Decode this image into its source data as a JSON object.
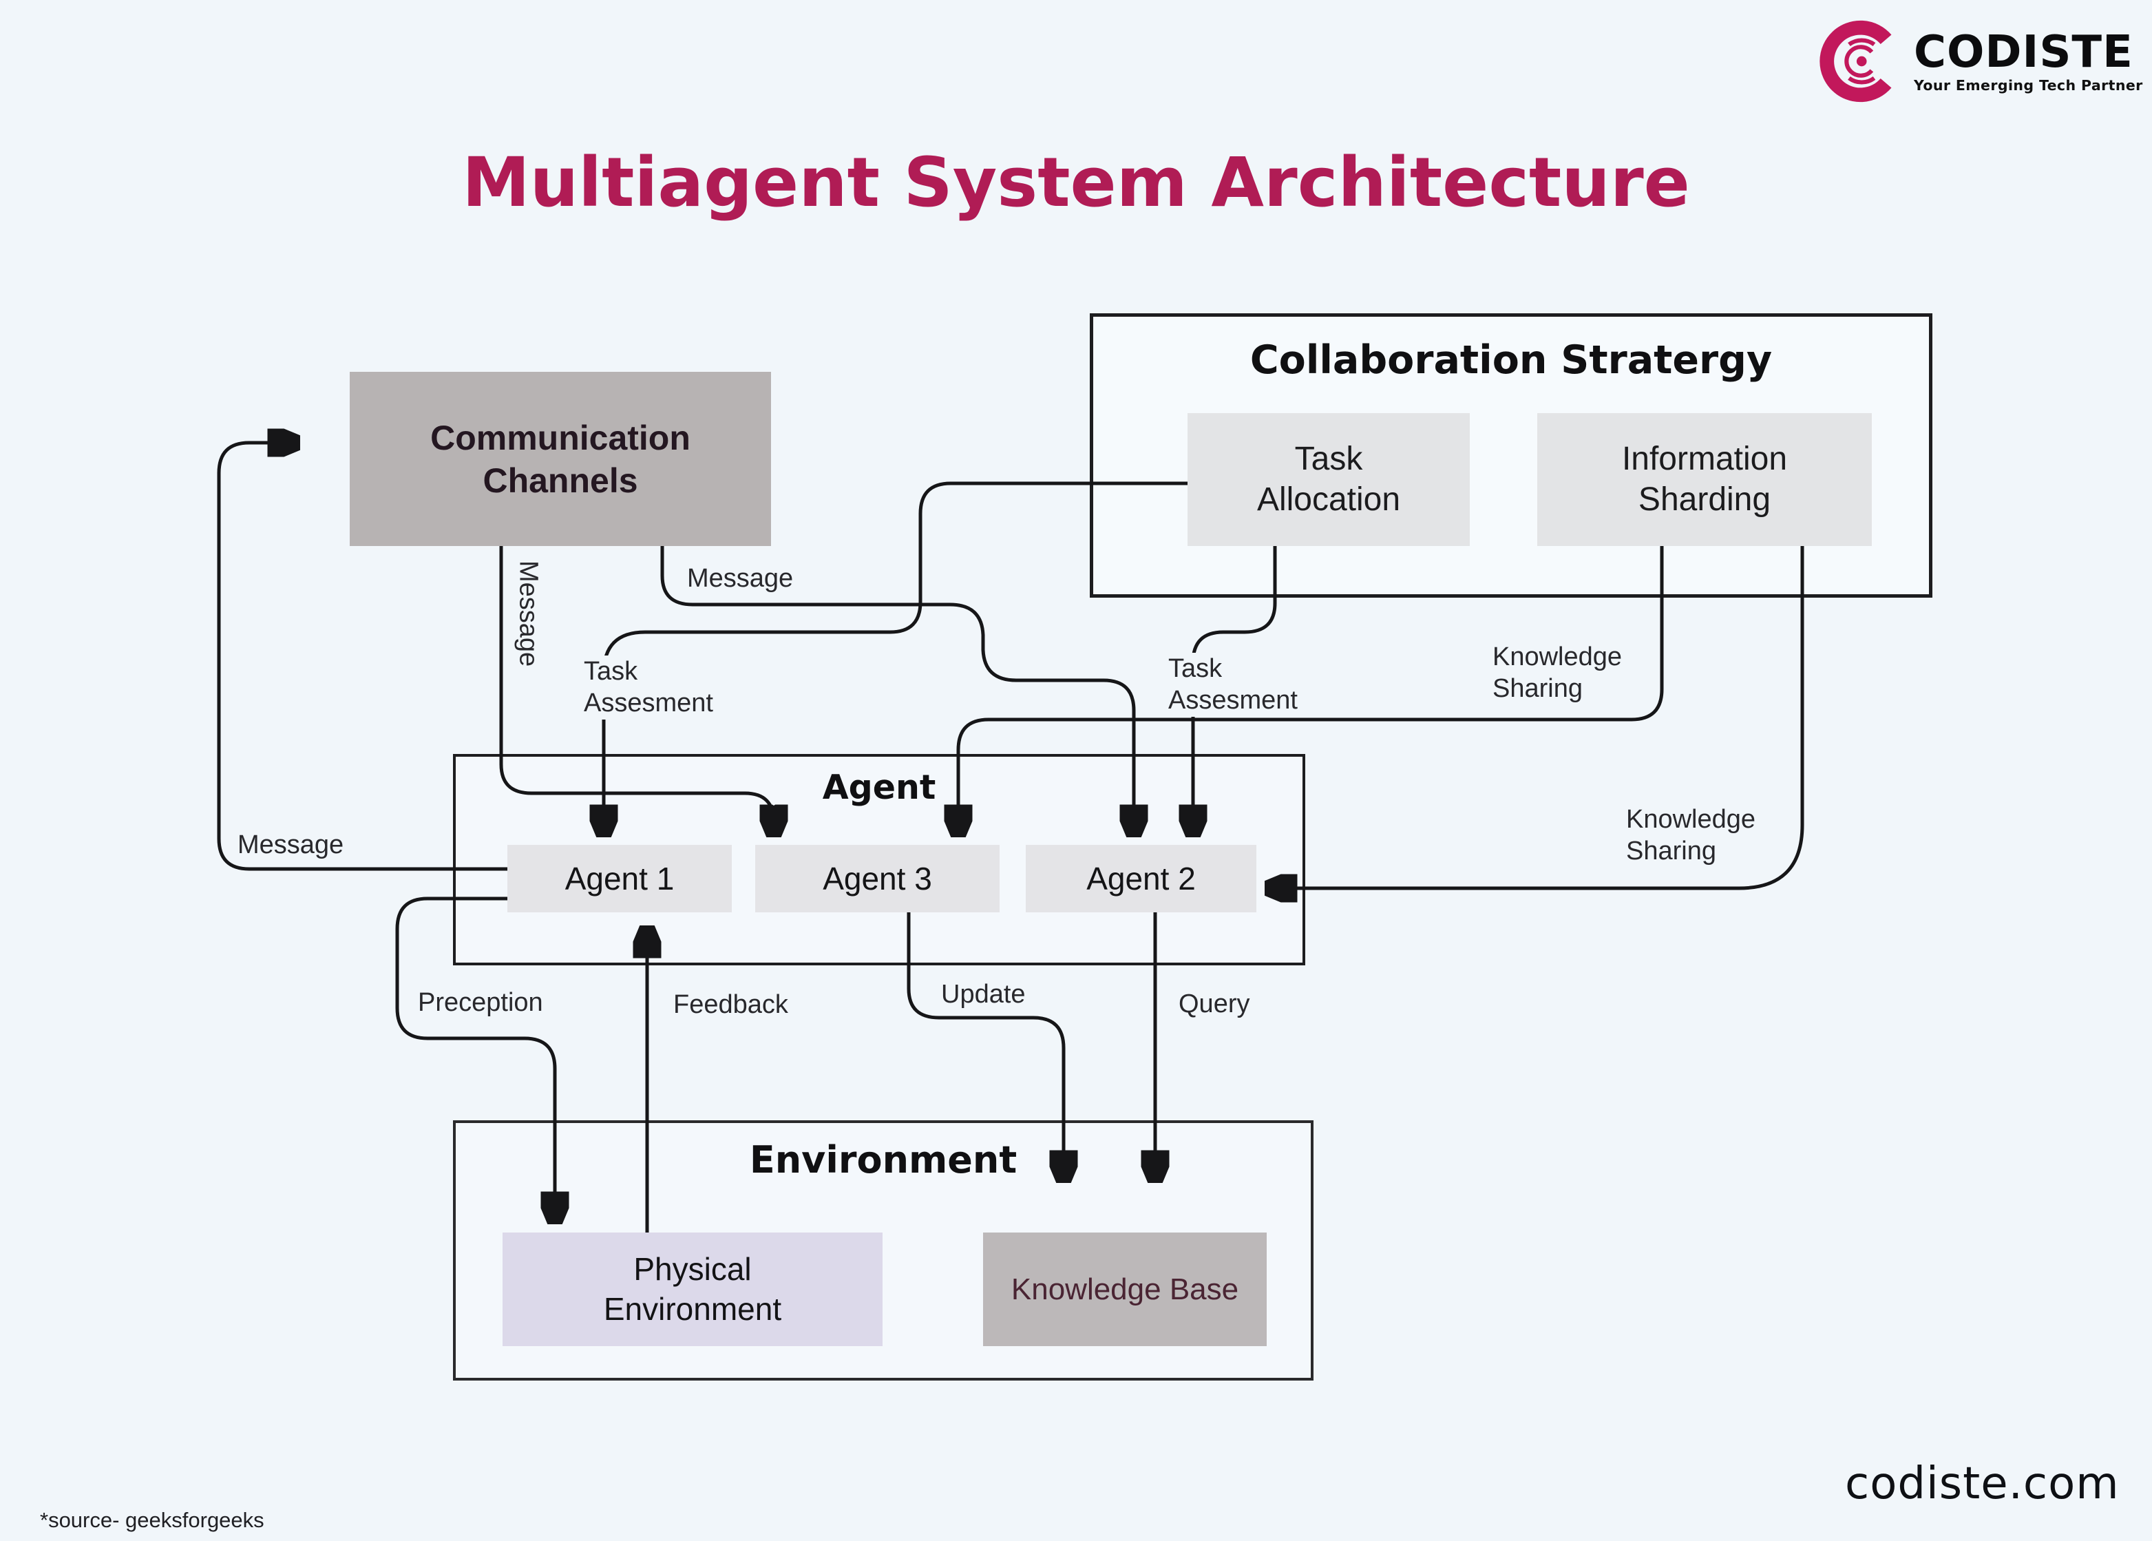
{
  "brand": {
    "name": "CODISTE",
    "tagline": "Your Emerging Tech Partner",
    "accent_color": "#c2185b",
    "website": "codiste.com"
  },
  "title": {
    "text": "Multiagent System Architecture",
    "color": "#b01c55"
  },
  "source_note": "*source- geeksforgeeks",
  "diagram": {
    "nodes": {
      "communication_channels": {
        "label": "Communication Channels",
        "fill": "#b7b3b3"
      },
      "collaboration_strategy": {
        "label": "Collaboration Stratergy",
        "fill": "none"
      },
      "task_allocation": {
        "label": "Task Allocation",
        "fill": "#e3e4e6"
      },
      "information_sharding": {
        "label": "Information Sharding",
        "fill": "#e3e4e6"
      },
      "agent_group": {
        "label": "Agent",
        "fill": "none"
      },
      "agent_1": {
        "label": "Agent 1",
        "fill": "#e4e4e7"
      },
      "agent_3": {
        "label": "Agent 3",
        "fill": "#e4e4e7"
      },
      "agent_2": {
        "label": "Agent 2",
        "fill": "#e4e4e7"
      },
      "environment": {
        "label": "Environment",
        "fill": "none"
      },
      "physical_environment": {
        "label": "Physical Environment",
        "fill": "#dcd9ea"
      },
      "knowledge_base": {
        "label": "Knowledge Base",
        "fill": "#bcb8b9",
        "text_color": "#4a2433"
      }
    },
    "edges": [
      {
        "label": "Message",
        "from": "agent_1",
        "to": "communication_channels"
      },
      {
        "label": "Message",
        "from": "communication_channels",
        "to": "agent_3"
      },
      {
        "label": "Message",
        "from": "communication_channels",
        "to": "agent_2"
      },
      {
        "label": "Task Assesment",
        "from": "task_allocation",
        "to": "agent_1"
      },
      {
        "label": "Task Assesment",
        "from": "task_allocation",
        "to": "agent_2"
      },
      {
        "label": "Knowledge Sharing",
        "from": "information_sharding",
        "to": "agent_3"
      },
      {
        "label": "Knowledge Sharing",
        "from": "information_sharding",
        "to": "agent_2"
      },
      {
        "label": "Preception",
        "from": "agent_1",
        "to": "physical_environment"
      },
      {
        "label": "Feedback",
        "from": "physical_environment",
        "to": "agent_1"
      },
      {
        "label": "Update",
        "from": "agent_3",
        "to": "environment"
      },
      {
        "label": "Query",
        "from": "agent_2",
        "to": "environment"
      }
    ],
    "line_color": "#161618",
    "background": "#f1f6fa"
  }
}
